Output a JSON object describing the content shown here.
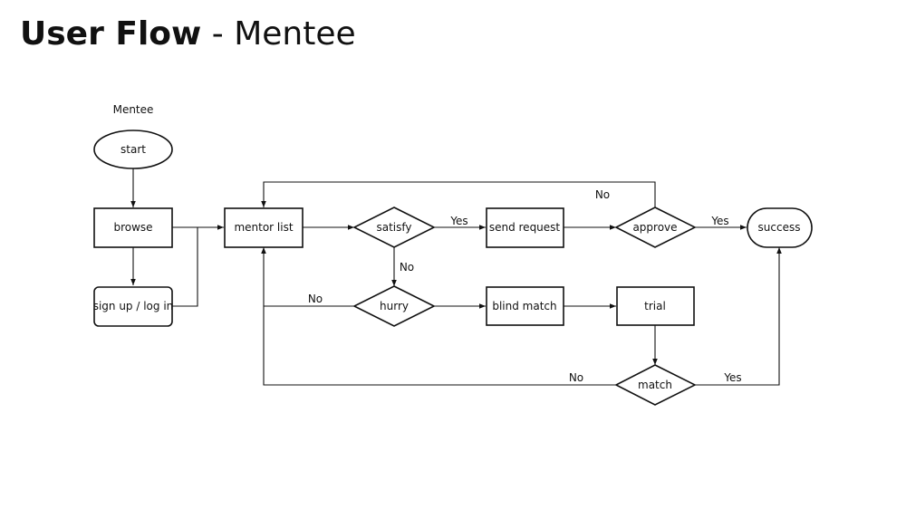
{
  "title": {
    "bold": "User Flow",
    "separator": " - ",
    "subtitle": "Mentee"
  },
  "diagram": {
    "lane_label": "Mentee",
    "nodes": {
      "start": "start",
      "browse": "browse",
      "signup": "sign up / log in",
      "mentor_list": "mentor list",
      "satisfy": "satisfy",
      "send_request": "send request",
      "approve": "approve",
      "success": "success",
      "hurry": "hurry",
      "blind_match": "blind match",
      "trial": "trial",
      "match": "match"
    },
    "edge_labels": {
      "satisfy_yes": "Yes",
      "satisfy_no": "No",
      "approve_yes": "Yes",
      "approve_no": "No",
      "hurry_no": "No",
      "match_yes": "Yes",
      "match_no": "No"
    }
  }
}
